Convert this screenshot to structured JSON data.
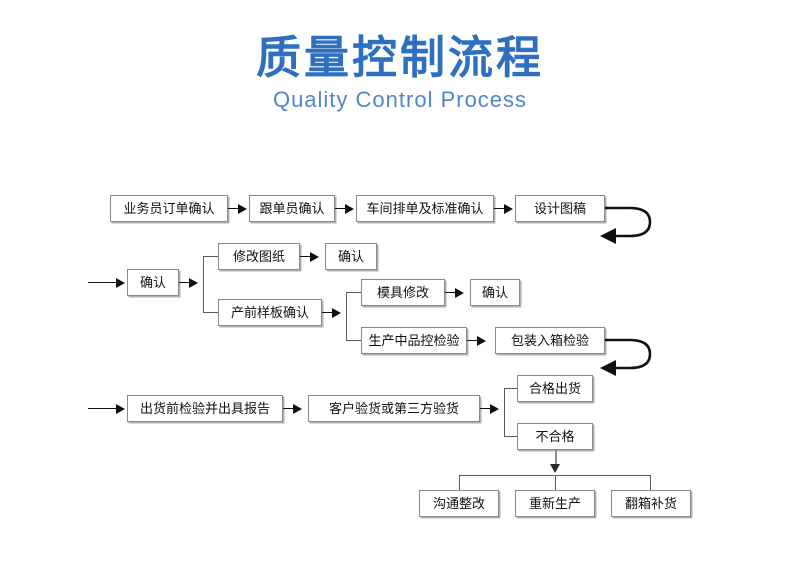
{
  "header": {
    "title_cn": "质量控制流程",
    "title_en": "Quality Control Process",
    "title_color": "#2f6fc0",
    "subtitle_color": "#5384c9"
  },
  "theme": {
    "background": "#ffffff",
    "node_border": "#8a8a8a",
    "node_text": "#111111",
    "connector": "#5b5b5b",
    "arrow": "#111111"
  },
  "chart_data": {
    "type": "diagram",
    "title": "质量控制流程 / Quality Control Process",
    "nodes": [
      {
        "id": "n1",
        "label": "业务员订单确认",
        "row": 1
      },
      {
        "id": "n2",
        "label": "跟单员确认",
        "row": 1
      },
      {
        "id": "n3",
        "label": "车间排单及标准确认",
        "row": 1
      },
      {
        "id": "n4",
        "label": "设计图稿",
        "row": 1
      },
      {
        "id": "n5",
        "label": "确认",
        "row": 2
      },
      {
        "id": "n6",
        "label": "修改图纸",
        "row": 2
      },
      {
        "id": "n7",
        "label": "确认",
        "row": 2
      },
      {
        "id": "n8",
        "label": "产前样板确认",
        "row": 2
      },
      {
        "id": "n9",
        "label": "模具修改",
        "row": 2
      },
      {
        "id": "n10",
        "label": "确认",
        "row": 2
      },
      {
        "id": "n11",
        "label": "生产中品控检验",
        "row": 2
      },
      {
        "id": "n12",
        "label": "包装入箱检验",
        "row": 2
      },
      {
        "id": "n13",
        "label": "出货前检验并出具报告",
        "row": 3
      },
      {
        "id": "n14",
        "label": "客户验货或第三方验货",
        "row": 3
      },
      {
        "id": "n15",
        "label": "合格出货",
        "row": 3
      },
      {
        "id": "n16",
        "label": "不合格",
        "row": 3
      },
      {
        "id": "n17",
        "label": "沟通整改",
        "row": 4
      },
      {
        "id": "n18",
        "label": "重新生产",
        "row": 4
      },
      {
        "id": "n19",
        "label": "翻箱补货",
        "row": 4
      }
    ],
    "edges": [
      {
        "from": "n1",
        "to": "n2",
        "type": "arrow"
      },
      {
        "from": "n2",
        "to": "n3",
        "type": "arrow"
      },
      {
        "from": "n3",
        "to": "n4",
        "type": "arrow"
      },
      {
        "from": "n4",
        "to": "n5",
        "type": "loop-back"
      },
      {
        "from": "n5",
        "to": "n6",
        "type": "branch"
      },
      {
        "from": "n5",
        "to": "n8",
        "type": "branch"
      },
      {
        "from": "n6",
        "to": "n7",
        "type": "arrow"
      },
      {
        "from": "n8",
        "to": "n9",
        "type": "branch"
      },
      {
        "from": "n8",
        "to": "n11",
        "type": "branch"
      },
      {
        "from": "n9",
        "to": "n10",
        "type": "arrow"
      },
      {
        "from": "n11",
        "to": "n12",
        "type": "arrow"
      },
      {
        "from": "n12",
        "to": "n13",
        "type": "loop-back"
      },
      {
        "from": "n13",
        "to": "n14",
        "type": "arrow"
      },
      {
        "from": "n14",
        "to": "n15",
        "type": "branch"
      },
      {
        "from": "n14",
        "to": "n16",
        "type": "branch"
      },
      {
        "from": "n16",
        "to": "n17",
        "type": "branch-down"
      },
      {
        "from": "n16",
        "to": "n18",
        "type": "branch-down"
      },
      {
        "from": "n16",
        "to": "n19",
        "type": "branch-down"
      }
    ]
  }
}
